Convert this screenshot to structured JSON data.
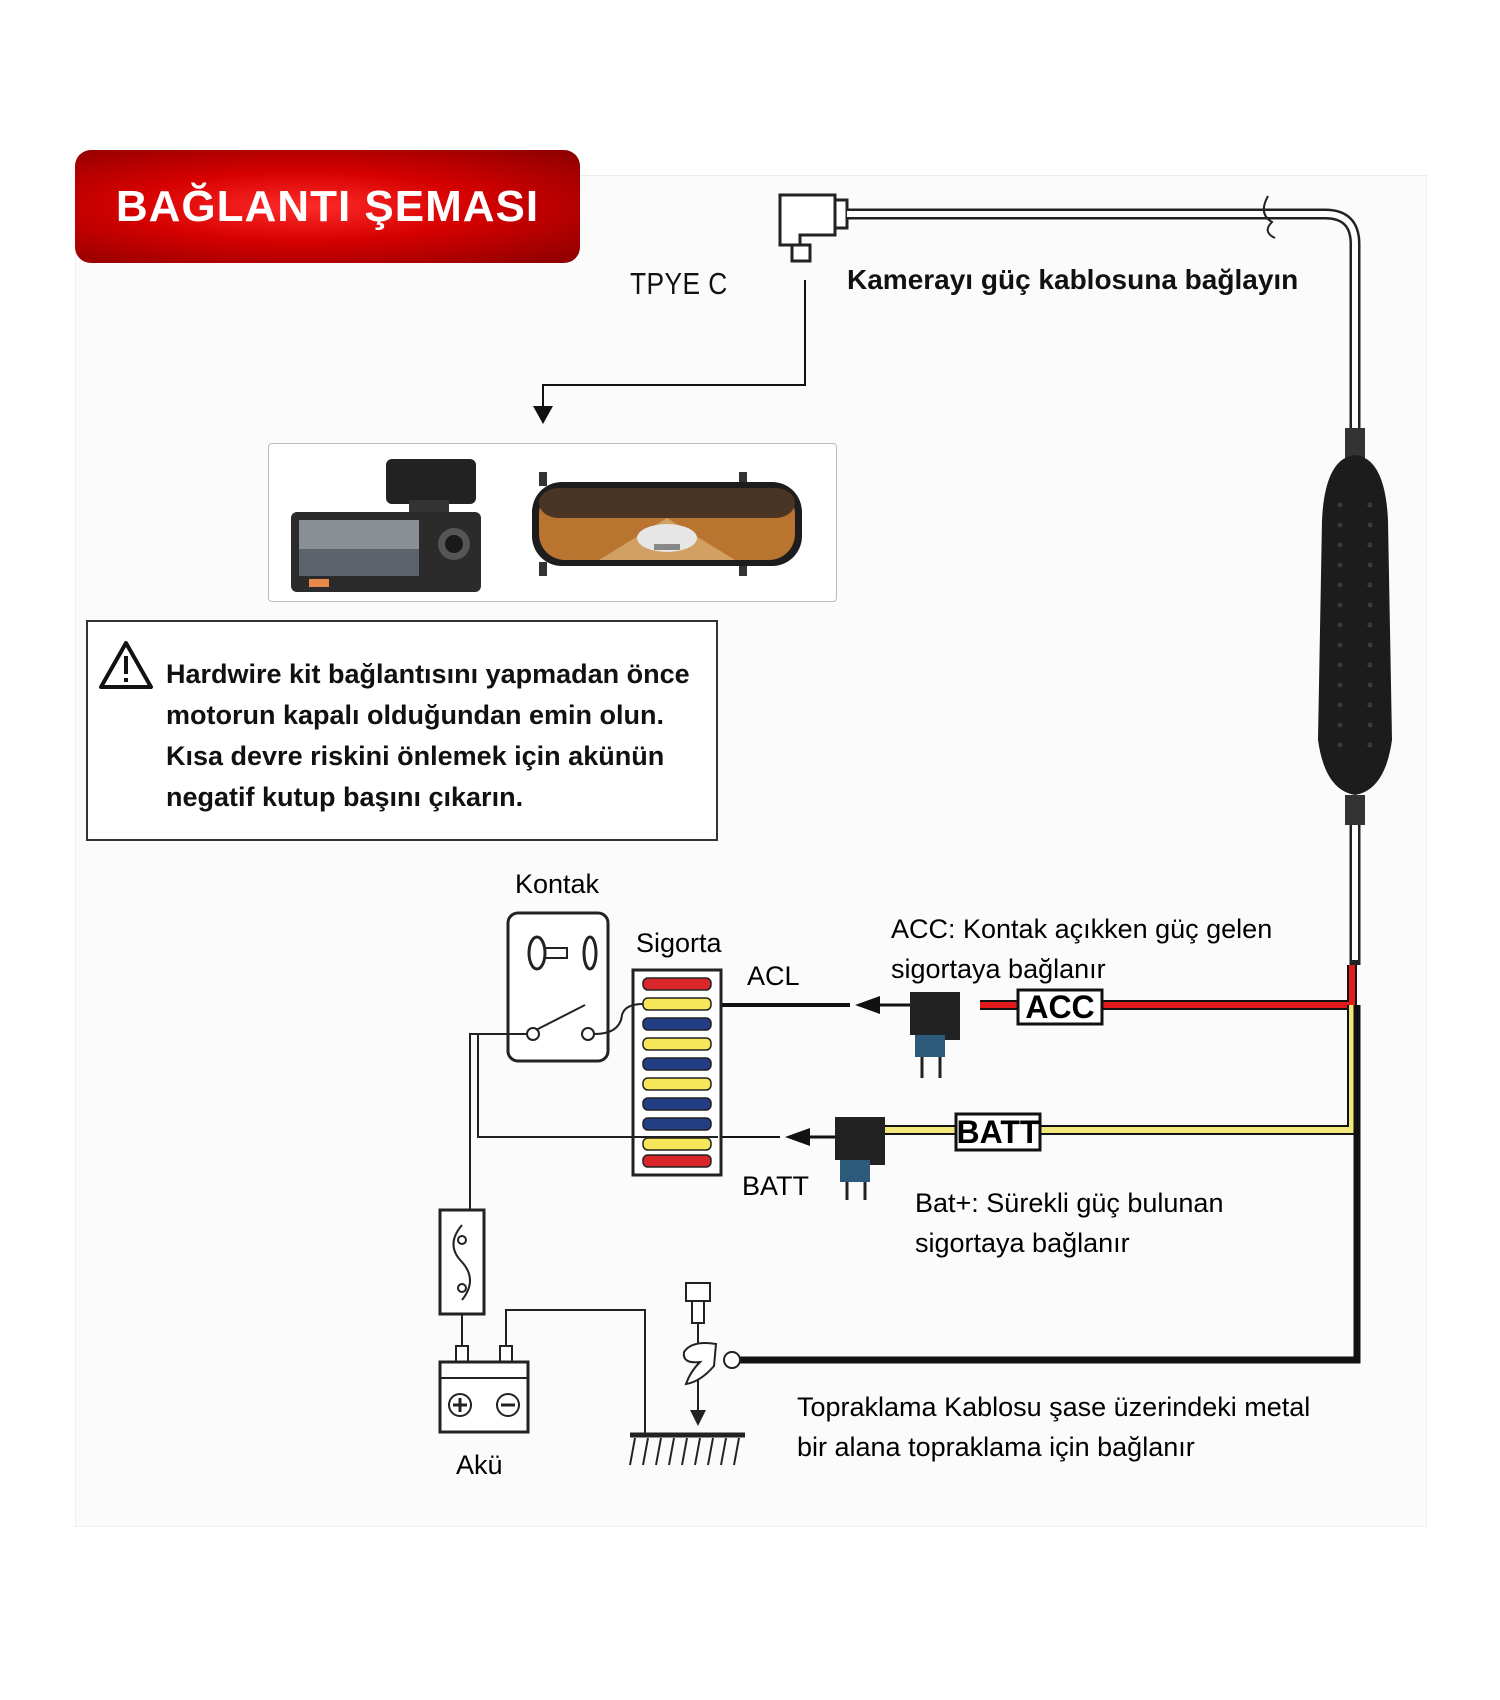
{
  "title": "BAĞLANTI ŞEMASI",
  "connector_label": "TPYE C",
  "camera_instruction": "Kamerayı güç kablosuna bağlayın",
  "warning": {
    "icon": "warning-triangle-icon",
    "text": "Hardwire kit bağlantısını yapmadan önce motorun kapalı olduğundan emin olun. Kısa devre riskini önlemek için akünün negatif kutup başını çıkarın."
  },
  "components": {
    "ignition": "Kontak",
    "fuse_box": "Sigorta",
    "battery": "Akü",
    "acl_label": "ACL",
    "batt_label": "BATT"
  },
  "wires": {
    "acc_tag": "ACC",
    "batt_tag": "BATT",
    "acc_desc_line1": "ACC: Kontak açıkken güç gelen",
    "acc_desc_line2": "sigortaya bağlanır",
    "batt_desc_line1": "Bat+: Sürekli güç bulunan",
    "batt_desc_line2": "sigortaya bağlanır",
    "ground_desc_line1": "Topraklama Kablosu şase üzerindeki metal",
    "ground_desc_line2": "bir alana topraklama için bağlanır"
  },
  "colors": {
    "title_red": "#d40000",
    "acc_wire": "#e11b1b",
    "batt_wire": "#f2e77a",
    "ground_wire": "#111111",
    "fuse_red": "#d9262b",
    "fuse_yellow": "#f5e65a",
    "fuse_blue": "#243e86"
  }
}
